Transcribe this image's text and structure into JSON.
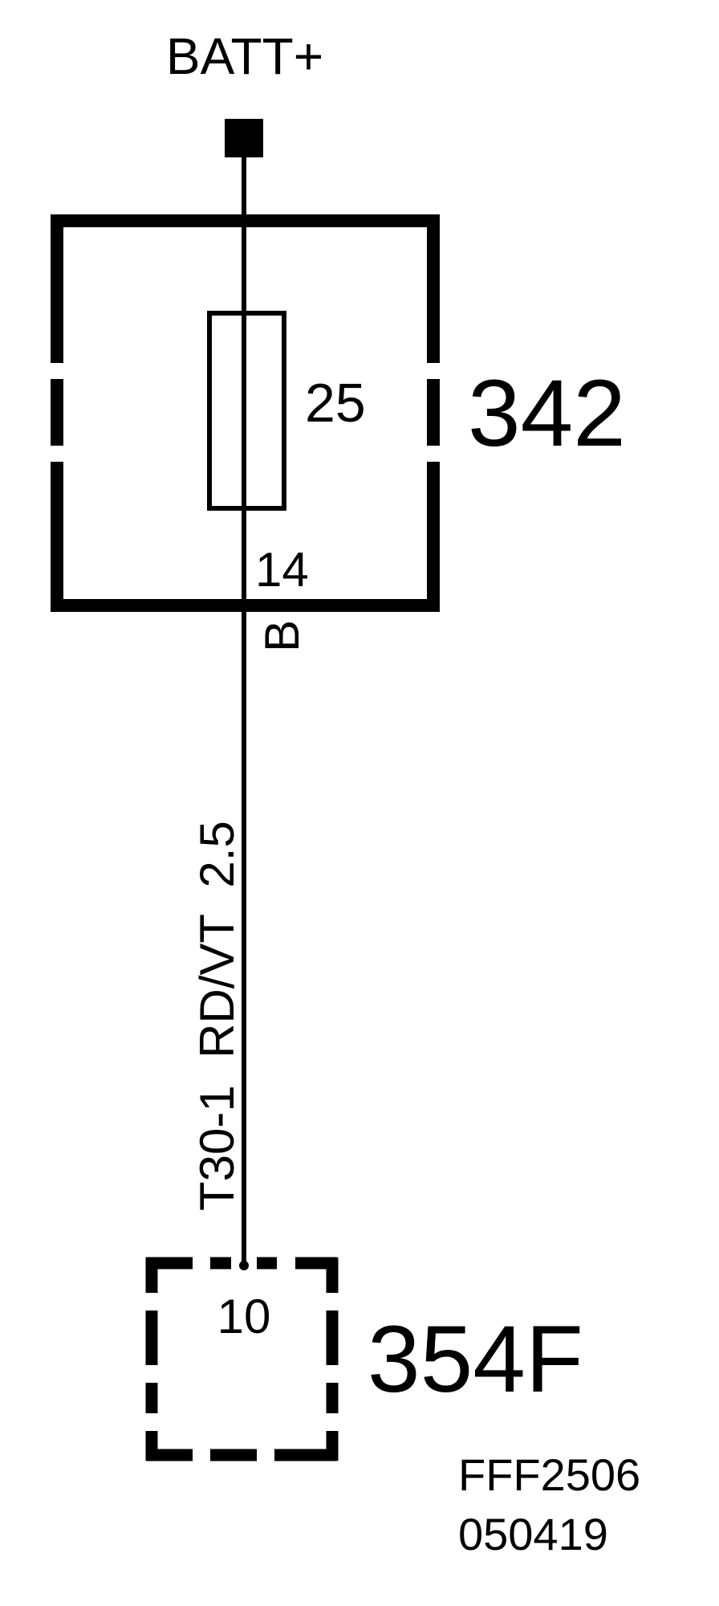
{
  "power_source": {
    "label": "BATT+"
  },
  "fuse_box": {
    "id": "342",
    "fuse_rating": "25",
    "output_pin": "14",
    "connector_side": "B"
  },
  "wire": {
    "circuit": "T30-1",
    "color_code": "RD/VT",
    "gauge": "2.5",
    "label": "T30-1  RD/VT  2.5"
  },
  "destination": {
    "id": "354F",
    "pin": "10"
  },
  "drawing_ref": {
    "code": "FFF2506",
    "date": "050419"
  },
  "colors": {
    "ink": "#000000",
    "paper": "#ffffff"
  }
}
